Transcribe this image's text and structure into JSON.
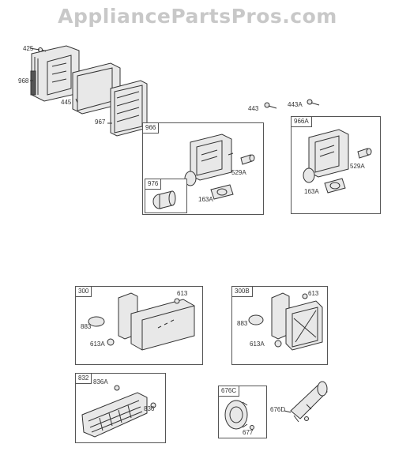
{
  "watermark": "AppliancePartsPros.com",
  "top_group": {
    "labels": [
      "425",
      "968",
      "445",
      "967"
    ]
  },
  "loose_screws": {
    "labels": [
      "443",
      "443A"
    ]
  },
  "boxes": {
    "b966": {
      "tag": "966",
      "labels": [
        "529A",
        "163A"
      ]
    },
    "b976": {
      "tag": "976"
    },
    "b966A": {
      "tag": "966A",
      "labels": [
        "529A",
        "163A"
      ]
    },
    "b300": {
      "tag": "300",
      "labels": [
        "613",
        "883",
        "613A"
      ]
    },
    "b300B": {
      "tag": "300B",
      "labels": [
        "613",
        "883",
        "613A"
      ]
    },
    "b832": {
      "tag": "832",
      "labels": [
        "836A",
        "836"
      ]
    },
    "b676C": {
      "tag": "676C",
      "labels": [
        "677"
      ]
    }
  },
  "outside_labels": [
    "676D"
  ]
}
